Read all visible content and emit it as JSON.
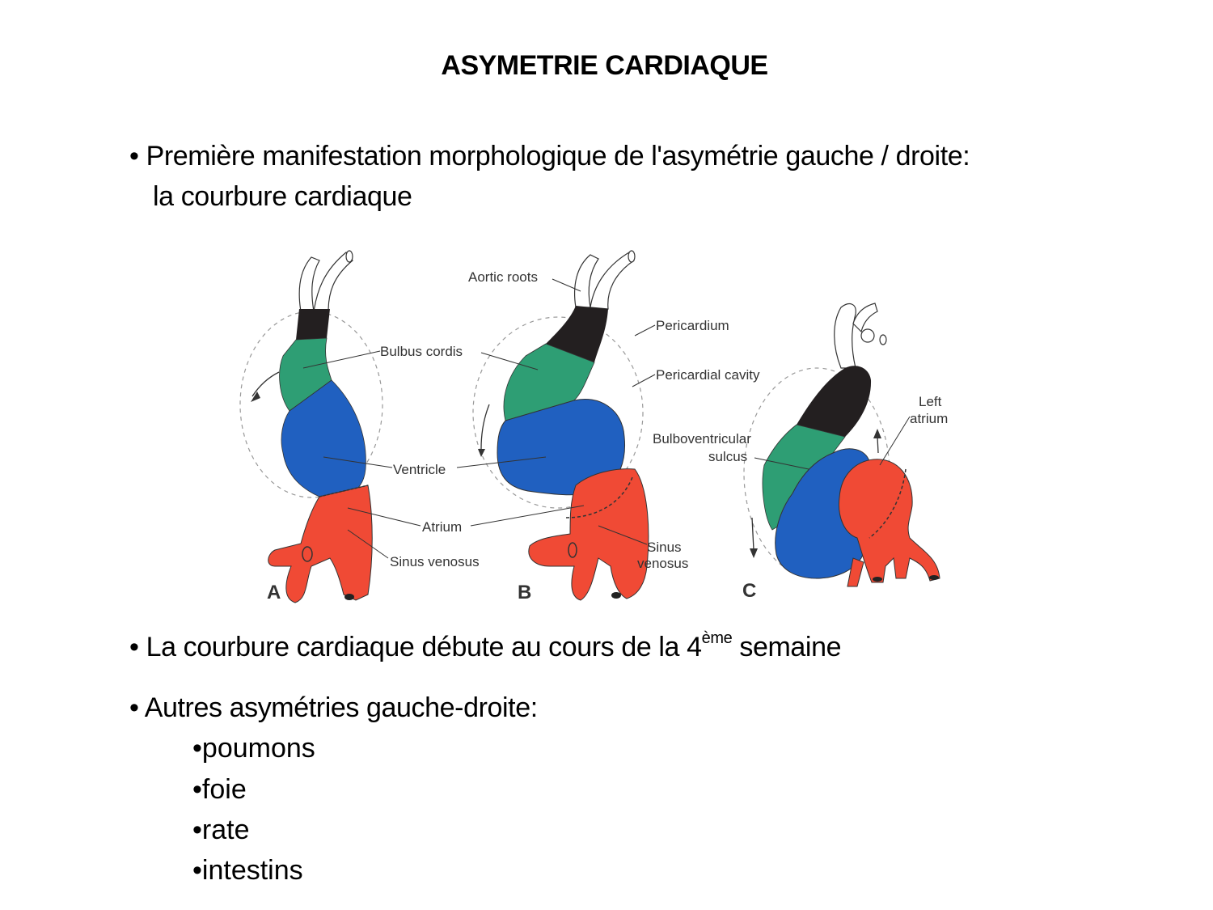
{
  "slide": {
    "title": "ASYMETRIE CARDIAQUE",
    "bullets": [
      {
        "marker": "•",
        "line1": "Première manifestation morphologique de l'asymétrie  gauche / droite:",
        "line2": "la courbure cardiaque"
      },
      {
        "marker": "•",
        "text_before": "La courbure cardiaque débute au cours de la 4",
        "superscript": "ème",
        "text_after": " semaine"
      },
      {
        "marker": "•",
        "text": "Autres asymétries gauche-droite:",
        "sub_items": [
          "•poumons",
          "•foie",
          "•rate",
          "•intestins"
        ]
      }
    ]
  },
  "figure": {
    "panels": [
      "A",
      "B",
      "C"
    ],
    "labels": {
      "aortic_roots": "Aortic roots",
      "bulbus_cordis": "Bulbus cordis",
      "pericardium": "Pericardium",
      "pericardial_cavity": "Pericardial cavity",
      "ventricle": "Ventricle",
      "bulboventricular_1": "Bulboventricular",
      "bulboventricular_2": "sulcus",
      "atrium": "Atrium",
      "sinus_venosus_a": "Sinus venosus",
      "sinus_b_1": "Sinus",
      "sinus_b_2": "venosus",
      "left_1": "Left",
      "left_2": "atrium"
    },
    "colors": {
      "truncus": "#231f20",
      "bulbus": "#2e9e74",
      "ventricle": "#2060c0",
      "atrium": "#f04a35",
      "outline": "#333333"
    }
  }
}
